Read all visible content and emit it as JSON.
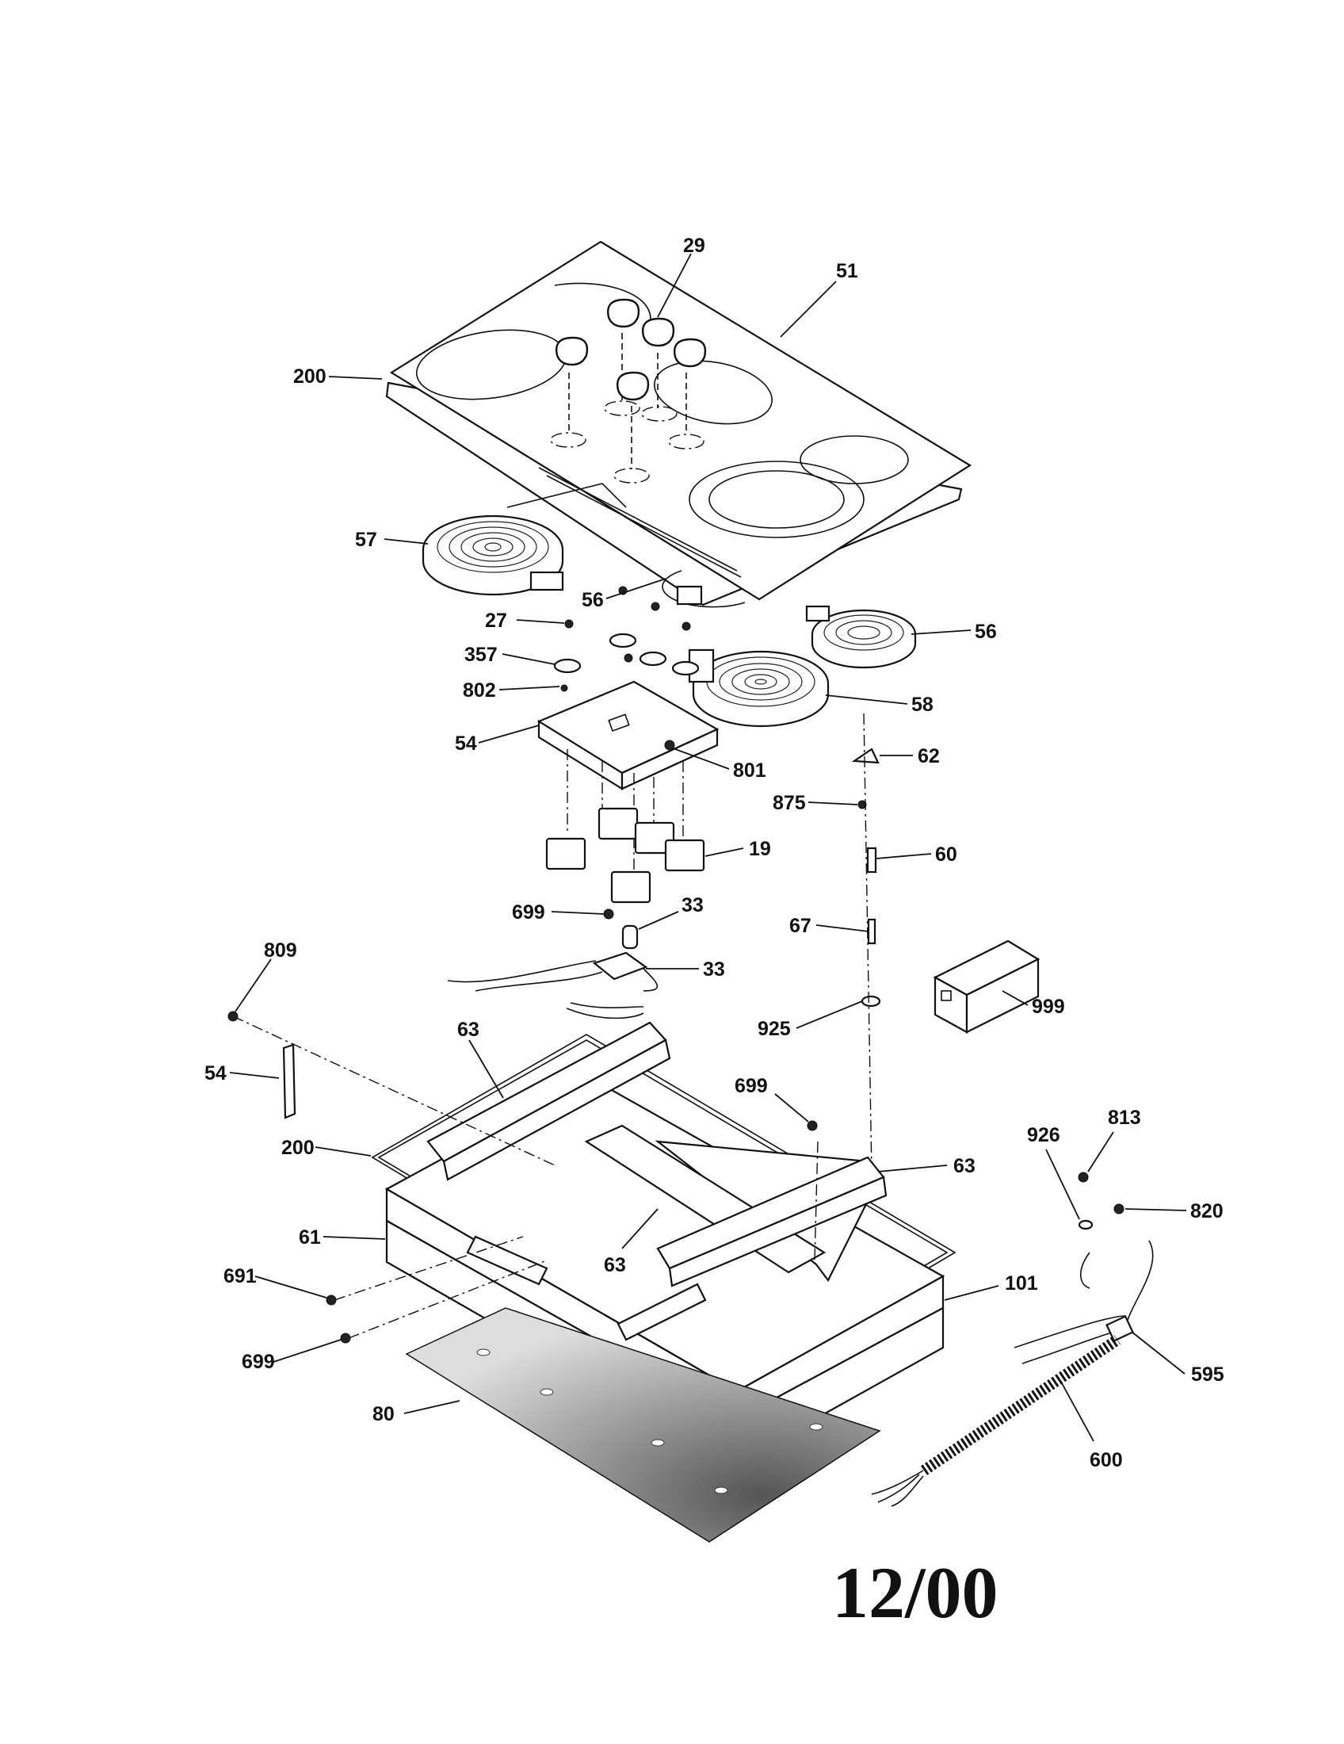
{
  "diagram": {
    "callouts": {
      "c29": "29",
      "c51": "51",
      "c200_top": "200",
      "c57": "57",
      "c56_mid": "56",
      "c56_right": "56",
      "c27": "27",
      "c357": "357",
      "c802": "802",
      "c54_mid": "54",
      "c58": "58",
      "c801": "801",
      "c62": "62",
      "c875": "875",
      "c19": "19",
      "c60": "60",
      "c699_top": "699",
      "c33_a": "33",
      "c33_b": "33",
      "c67": "67",
      "c809": "809",
      "c925": "925",
      "c999": "999",
      "c54_left": "54",
      "c63_a": "63",
      "c699_mid": "699",
      "c200_low": "200",
      "c63_b": "63",
      "c926": "926",
      "c813": "813",
      "c820": "820",
      "c61": "61",
      "c63_c": "63",
      "c691": "691",
      "c101": "101",
      "c699_low": "699",
      "c595": "595",
      "c80": "80",
      "c600": "600"
    },
    "date_code": "12/00"
  }
}
